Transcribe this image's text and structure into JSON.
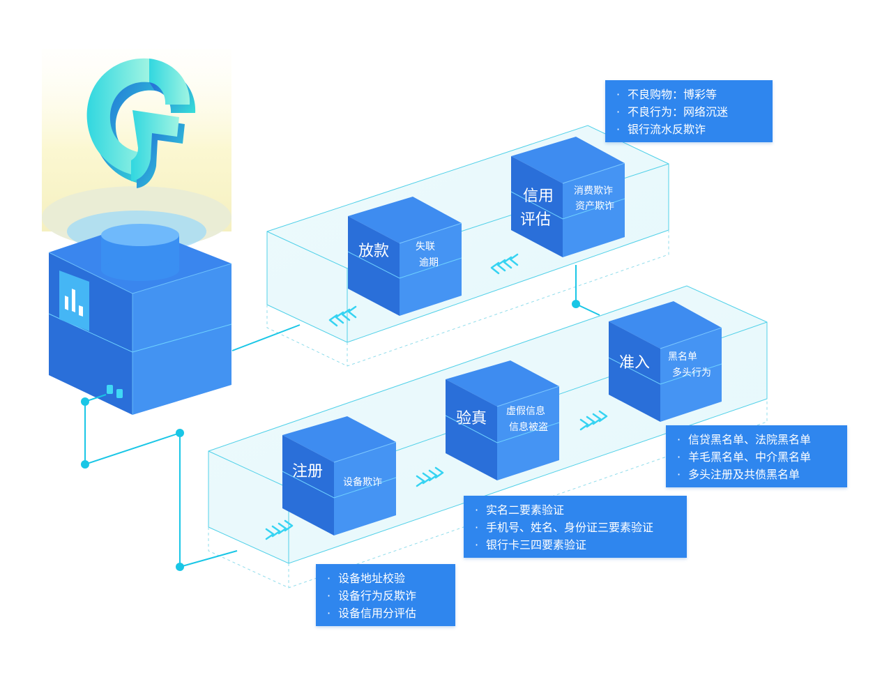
{
  "colors": {
    "cube_front": "#2a6fd9",
    "cube_side": "#4594f3",
    "cube_top": "#3e8cf0",
    "info_box": "#2f86ee",
    "connector": "#19c6e6",
    "arrow": "#35d3f2",
    "logo_gradient": [
      "#1d5fd6",
      "#38e0d9"
    ]
  },
  "logo": {
    "icon": "gf-logo-icon",
    "server_icon": "bar-chart-icon"
  },
  "cubes": [
    {
      "id": "fangkuan",
      "front_label": "放款",
      "side_lines": [
        "失联",
        "逾期"
      ]
    },
    {
      "id": "xinyong",
      "front_label_lines": [
        "信用",
        "评估"
      ],
      "side_lines": [
        "消费欺诈",
        "资产欺诈"
      ]
    },
    {
      "id": "zhuce",
      "front_label": "注册",
      "side_lines": [
        "设备欺诈"
      ]
    },
    {
      "id": "yanzhen",
      "front_label": "验真",
      "side_lines": [
        "虚假信息",
        "信息被盗"
      ]
    },
    {
      "id": "zhunru",
      "front_label": "准入",
      "side_lines": [
        "黑名单",
        "多头行为"
      ]
    }
  ],
  "info_boxes": {
    "credit": [
      "不良购物：博彩等",
      "不良行为：网络沉迷",
      "银行流水反欺诈"
    ],
    "access": [
      "信贷黑名单、法院黑名单",
      "羊毛黑名单、中介黑名单",
      "多头注册及共债黑名单"
    ],
    "verify": [
      "实名二要素验证",
      "手机号、姓名、身份证三要素验证",
      "银行卡三四要素验证"
    ],
    "device": [
      "设备地址校验",
      "设备行为反欺诈",
      "设备信用分评估"
    ]
  }
}
